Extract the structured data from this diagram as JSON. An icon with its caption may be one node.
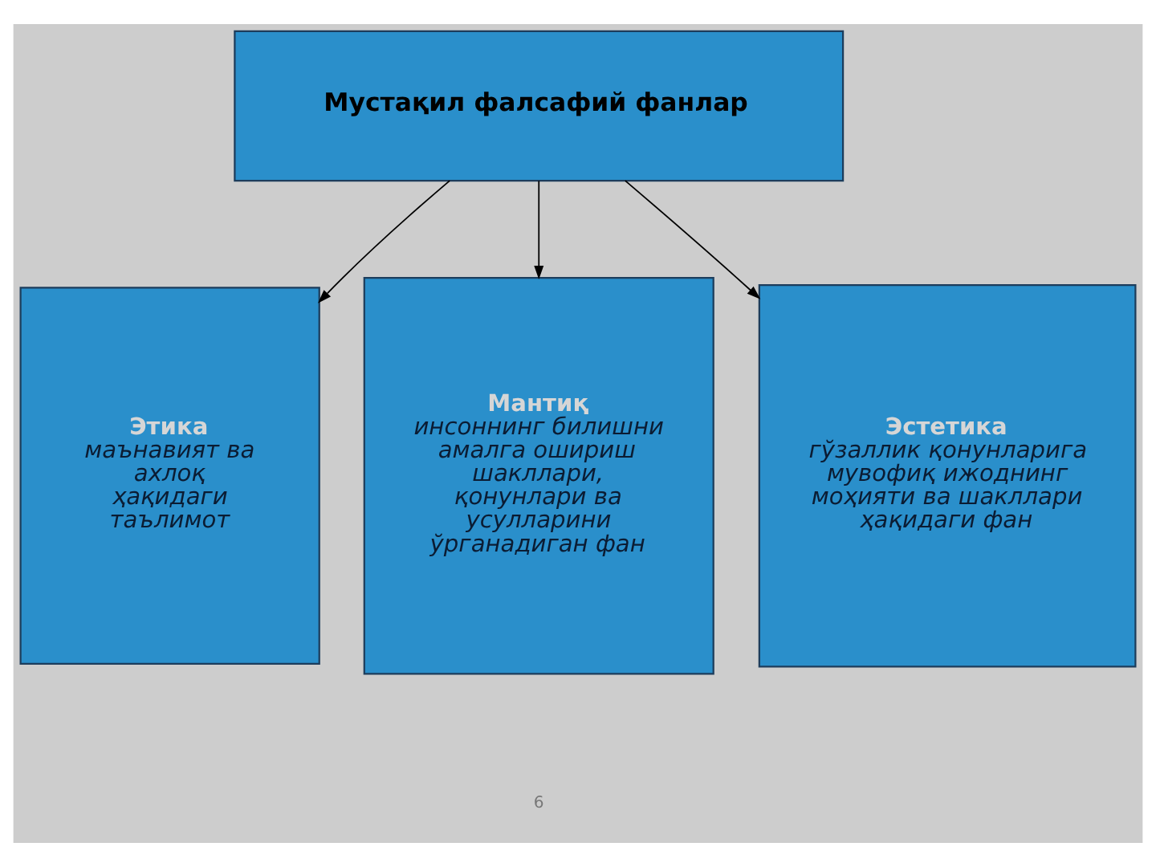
{
  "diagram": {
    "nodes": [
      {
        "text": [
          "Мустақил фалсафий фанлар"
        ]
      },
      {
        "text": [
          "Этика",
          "маънавият ва ахлоқ ҳақидаги таълимот"
        ]
      },
      {
        "text": [
          "Мантиқ",
          "инсоннинг билишни амалга ошириш шакллари, қонунлари ва усулларини ўрганадиган фан"
        ]
      },
      {
        "text": [
          "Эстетика",
          "гўзаллик қонунларига мувофиқ ижоднинг моҳияти ва шакллари ҳақидаги фан"
        ]
      }
    ],
    "edges": [
      {
        "from": 0,
        "to": 1,
        "arrow": "to"
      },
      {
        "from": 0,
        "to": 2,
        "arrow": "to"
      },
      {
        "from": 0,
        "to": 3,
        "arrow": "to"
      }
    ],
    "labels": [
      "6"
    ]
  }
}
